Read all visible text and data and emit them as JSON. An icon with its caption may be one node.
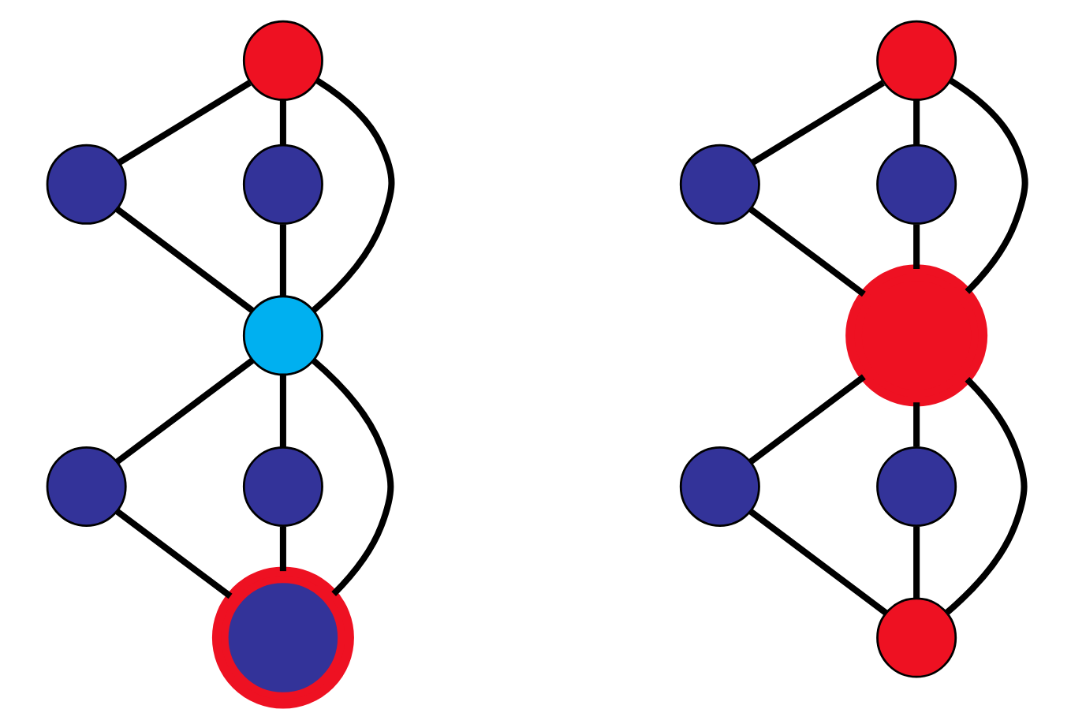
{
  "diagram": {
    "nodes": [
      {
        "text": [],
        "shape": "circle"
      },
      {
        "text": [],
        "shape": "circle"
      },
      {
        "text": [],
        "shape": "circle"
      },
      {
        "text": [],
        "shape": "circle"
      },
      {
        "text": [],
        "shape": "circle"
      },
      {
        "text": [],
        "shape": "circle"
      },
      {
        "text": [],
        "shape": "circle"
      },
      {
        "text": [],
        "shape": "circle"
      },
      {
        "text": [],
        "shape": "circle"
      },
      {
        "text": [],
        "shape": "circle"
      },
      {
        "text": [],
        "shape": "circle"
      },
      {
        "text": [],
        "shape": "circle"
      },
      {
        "text": [],
        "shape": "circle"
      },
      {
        "text": [],
        "shape": "circle"
      }
    ],
    "edges": [
      {
        "from": 0,
        "to": 1,
        "arrow": "none"
      },
      {
        "from": 0,
        "to": 2,
        "arrow": "none"
      },
      {
        "from": 0,
        "to": 3,
        "arrow": "none"
      },
      {
        "from": 1,
        "to": 3,
        "arrow": "none"
      },
      {
        "from": 2,
        "to": 3,
        "arrow": "none"
      },
      {
        "from": 3,
        "to": 4,
        "arrow": "none"
      },
      {
        "from": 3,
        "to": 5,
        "arrow": "none"
      },
      {
        "from": 3,
        "to": 6,
        "arrow": "none"
      },
      {
        "from": 4,
        "to": 6,
        "arrow": "none"
      },
      {
        "from": 5,
        "to": 6,
        "arrow": "none"
      },
      {
        "from": 7,
        "to": 8,
        "arrow": "none"
      },
      {
        "from": 7,
        "to": 9,
        "arrow": "none"
      },
      {
        "from": 7,
        "to": 10,
        "arrow": "none"
      },
      {
        "from": 8,
        "to": 10,
        "arrow": "none"
      },
      {
        "from": 9,
        "to": 10,
        "arrow": "none"
      },
      {
        "from": 10,
        "to": 11,
        "arrow": "none"
      },
      {
        "from": 10,
        "to": 12,
        "arrow": "none"
      },
      {
        "from": 10,
        "to": 13,
        "arrow": "none"
      },
      {
        "from": 11,
        "to": 13,
        "arrow": "none"
      },
      {
        "from": 12,
        "to": 13,
        "arrow": "none"
      }
    ]
  }
}
